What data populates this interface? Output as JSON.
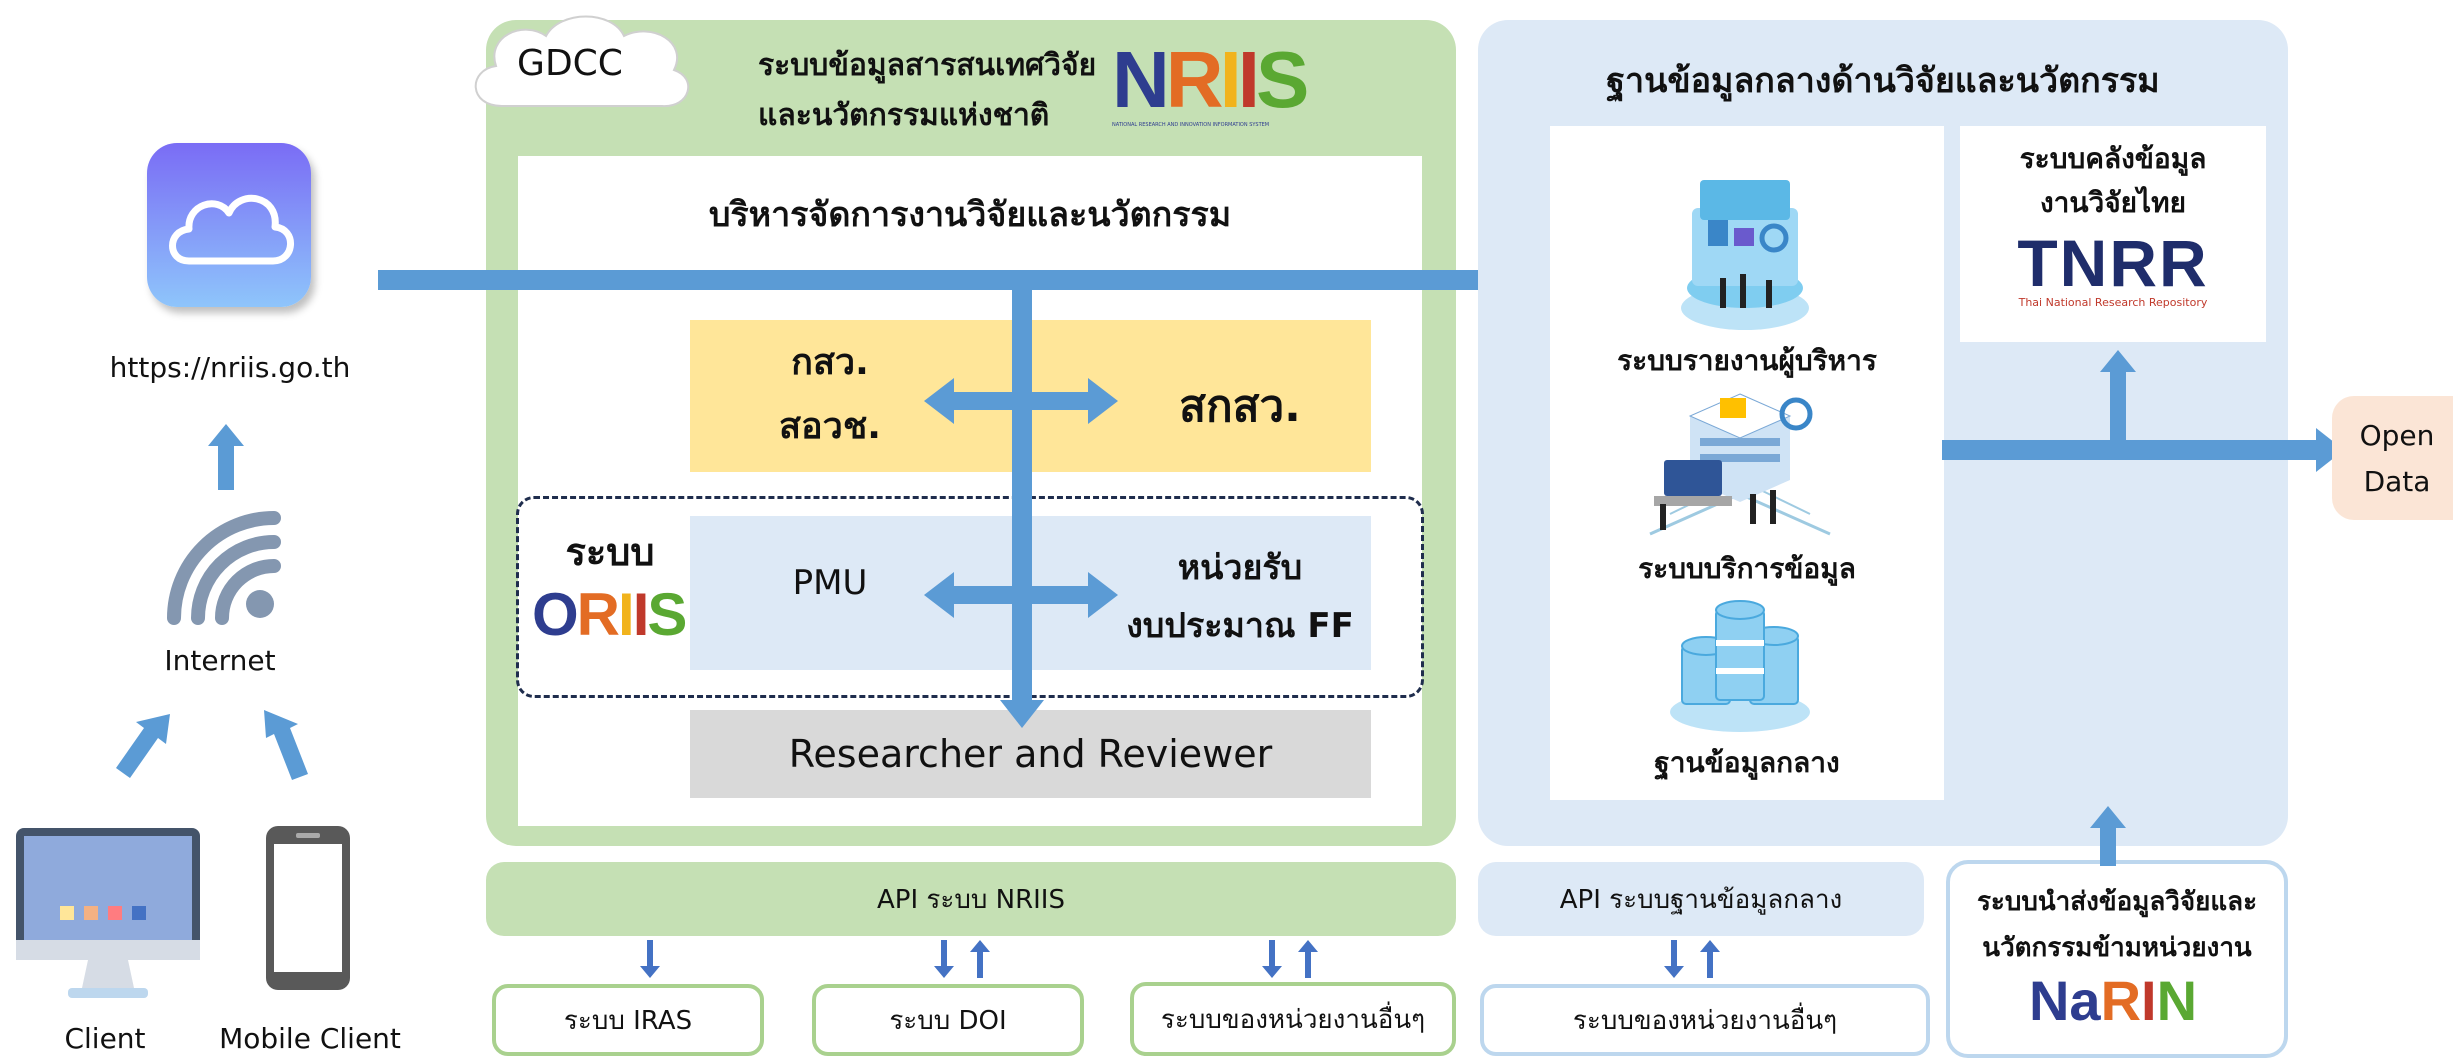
{
  "left": {
    "url": "https://nriis.go.th",
    "internet": "Internet",
    "client": "Client",
    "mobile_client": "Mobile Client"
  },
  "gdcc": {
    "cloud_label": "GDCC",
    "title_line1": "ระบบข้อมูลสารสนเทศวิจัย",
    "title_line2": "และนวัตกรรมแห่งชาติ",
    "logo_text": "NRIIS",
    "logo_subtext": "NATIONAL RESEARCH AND INNOVATION INFORMATION SYSTEM",
    "management_title": "บริหารจัดการงานวิจัยและนวัตกรรม",
    "org_left_line1": "กสว.",
    "org_left_line2": "สอวช.",
    "org_right": "สกสว.",
    "oriis_label": "ระบบ",
    "oriis_logo": "ORIIS",
    "pmu": "PMU",
    "ff_line1": "หน่วยรับ",
    "ff_line2": "งบประมาณ FF",
    "researcher": "Researcher and Reviewer"
  },
  "central": {
    "title": "ฐานข้อมูลกลางด้านวิจัยและนวัตกรรม",
    "exec_report": "ระบบรายงานผู้บริหาร",
    "data_service": "ระบบบริการข้อมูล",
    "central_db": "ฐานข้อมูลกลาง",
    "tnrr_line1": "ระบบคลังข้อมูล",
    "tnrr_line2": "งานวิจัยไทย",
    "tnrr_logo": "TNRR",
    "tnrr_subtext": "Thai National Research Repository"
  },
  "open_data": {
    "line1": "Open",
    "line2": "Data"
  },
  "api": {
    "nriis": "API ระบบ NRIIS",
    "central": "API ระบบฐานข้อมูลกลาง",
    "iras": "ระบบ IRAS",
    "doi": "ระบบ DOI",
    "other_units_1": "ระบบของหน่วยงานอื่นๆ",
    "other_units_2": "ระบบของหน่วยงานอื่นๆ",
    "narin_line1": "ระบบนำส่งข้อมูลวิจัยและ",
    "narin_line2": "นวัตกรรมข้ามหน่วยงาน",
    "narin_logo": "NaRIN"
  }
}
